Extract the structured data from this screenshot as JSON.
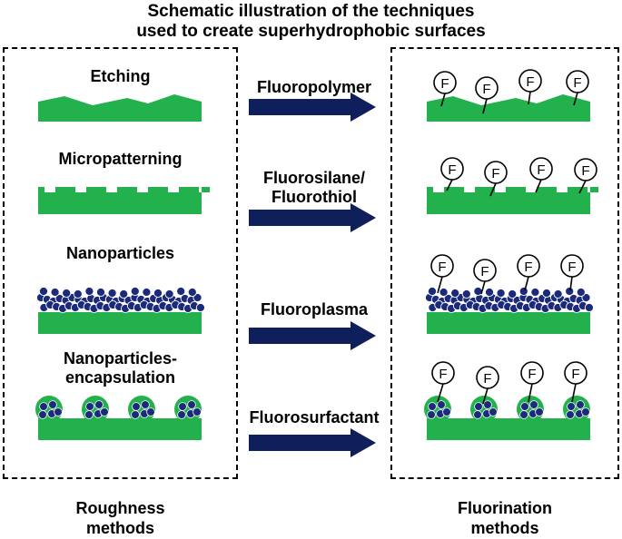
{
  "title": {
    "line1": "Schematic illustration of the techniques",
    "line2": "used to create superhydrophobic surfaces"
  },
  "roughness_methods": [
    {
      "label": "Etching"
    },
    {
      "label": "Micropatterning"
    },
    {
      "label": "Nanoparticles"
    },
    {
      "label_line1": "Nanoparticles-",
      "label_line2": "encapsulation"
    }
  ],
  "fluorination_methods": [
    {
      "label": "Fluoropolymer"
    },
    {
      "label_line1": "Fluorosilane/",
      "label_line2": "Fluorothiol"
    },
    {
      "label": "Fluoroplasma"
    },
    {
      "label": "Fluorosurfactant"
    }
  ],
  "fluorine_symbol": "F",
  "bottom_labels": {
    "left_line1": "Roughness",
    "left_line2": "methods",
    "right_line1": "Fluorination",
    "right_line2": "methods"
  },
  "colors": {
    "substrate": "#22b14c",
    "nanoparticle": "#1b2a7a",
    "arrow": "#0e1f5b",
    "outline": "#000000"
  }
}
